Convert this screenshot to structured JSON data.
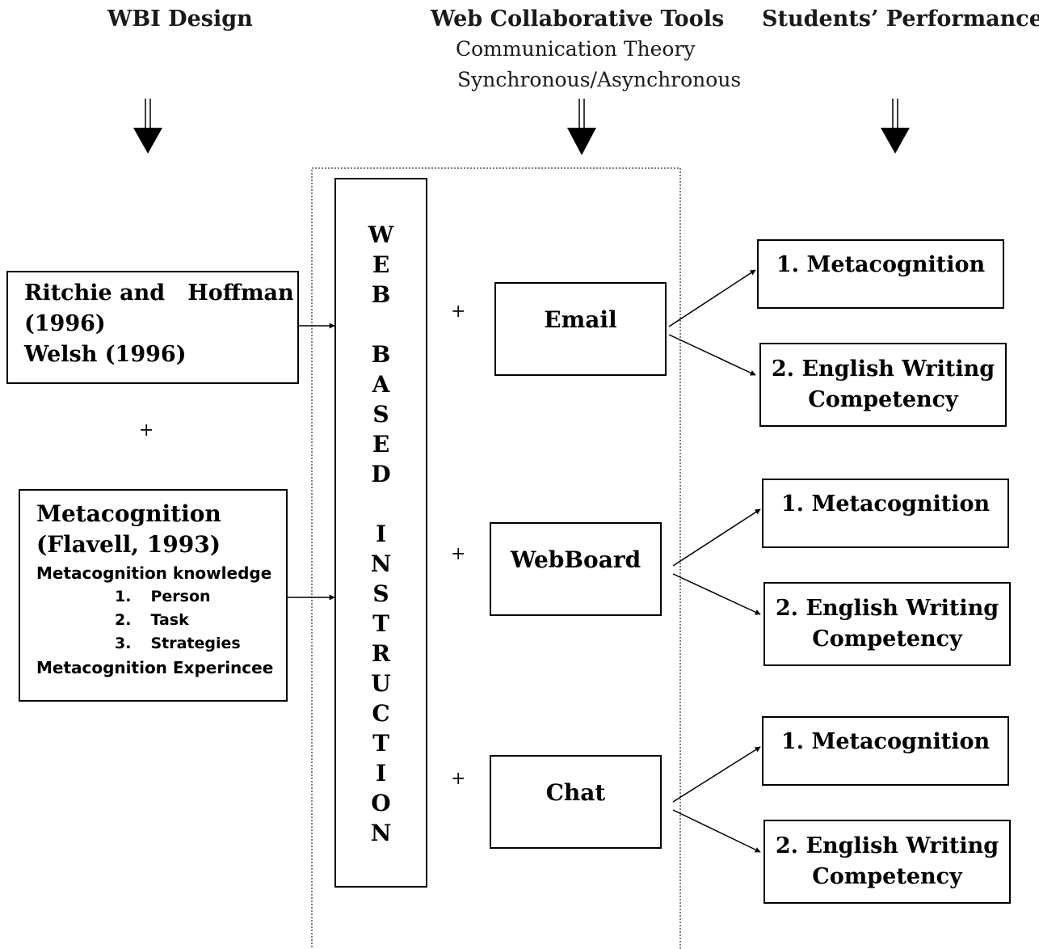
{
  "headers": {
    "wbi_design": "WBI Design",
    "collab_tools": "Web Collaborative Tools",
    "collab_sub1": "Communication Theory",
    "collab_sub2": "Synchronous/Asynchronous",
    "performance": "Students’ Performance"
  },
  "left_boxes": {
    "theory_box": {
      "line1": "Ritchie and   Hoffman",
      "line2": "(1996)",
      "line3": "Welsh (1996)"
    },
    "plus": "+",
    "metacog_box": {
      "title": "Metacognition",
      "cite": "(Flavell, 1993)",
      "knowledge": "Metacognition knowledge",
      "items": [
        {
          "num": "1.",
          "label": "Person"
        },
        {
          "num": "2.",
          "label": "Task"
        },
        {
          "num": "3.",
          "label": "Strategies"
        }
      ],
      "experience": "Metacognition Experincee"
    }
  },
  "center_column": {
    "letters": [
      "W",
      "E",
      "B",
      "",
      "B",
      "A",
      "S",
      "E",
      "D",
      "",
      "I",
      "N",
      "S",
      "T",
      "R",
      "U",
      "C",
      "T",
      "I",
      "O",
      "N"
    ]
  },
  "tools": [
    {
      "plus": "+",
      "label": "Email"
    },
    {
      "plus": "+",
      "label": "WebBoard"
    },
    {
      "plus": "+",
      "label": "Chat"
    }
  ],
  "outcomes": [
    {
      "metacog": "1. Metacognition",
      "writing_line1": "2. English Writing",
      "writing_line2": "Competency"
    },
    {
      "metacog": "1. Metacognition",
      "writing_line1": "2. English Writing",
      "writing_line2": "Competency"
    },
    {
      "metacog": "1. Metacognition",
      "writing_line1": "2. English Writing",
      "writing_line2": "Competency"
    }
  ],
  "colors": {
    "ink": "#000000",
    "header_ink": "#1a1a1a",
    "background": "#ffffff"
  }
}
